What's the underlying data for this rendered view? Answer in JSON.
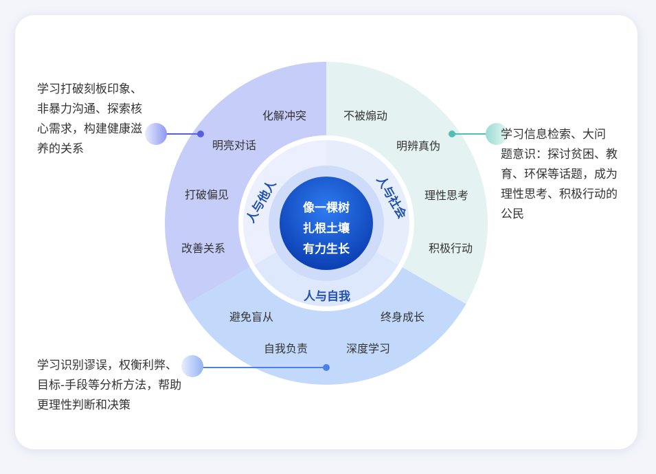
{
  "center": {
    "lines": [
      "像一棵树",
      "扎根土壤",
      "有力生长"
    ]
  },
  "sectors": {
    "others": {
      "label": "人与他人",
      "color": "#c5cdf8",
      "items": [
        "化解冲突",
        "明亮对话",
        "打破偏见",
        "改善关系"
      ]
    },
    "society": {
      "label": "人与社会",
      "color": "#e4f3f1",
      "items": [
        "不被煽动",
        "明辨真伪",
        "理性思考",
        "积极行动"
      ]
    },
    "self": {
      "label": "人与自我",
      "color": "#c3d9fb",
      "items": [
        "避免盲从",
        "终身成长",
        "自我负责",
        "深度学习"
      ]
    }
  },
  "notes": {
    "others": "学习打破刻板印象、\n非暴力沟通、探索核\n心需求，构建健康滋\n养的关系",
    "society": "学习信息检索、大问\n题意识：探讨贫困、教\n育、环保等话题，成为\n理性思考、积极行动的\n公民",
    "self": "学习识别谬误，权衡利弊、\n目标-手段等分析方法，帮助\n更理性判断和决策"
  },
  "colors": {
    "center_top": "#2f7bf0",
    "center_bottom": "#0b3fb3",
    "connector_others": "#5560e0",
    "connector_society": "#4fbfb5",
    "connector_self": "#4d7fe8",
    "sector_label": "#1f4fb0"
  }
}
